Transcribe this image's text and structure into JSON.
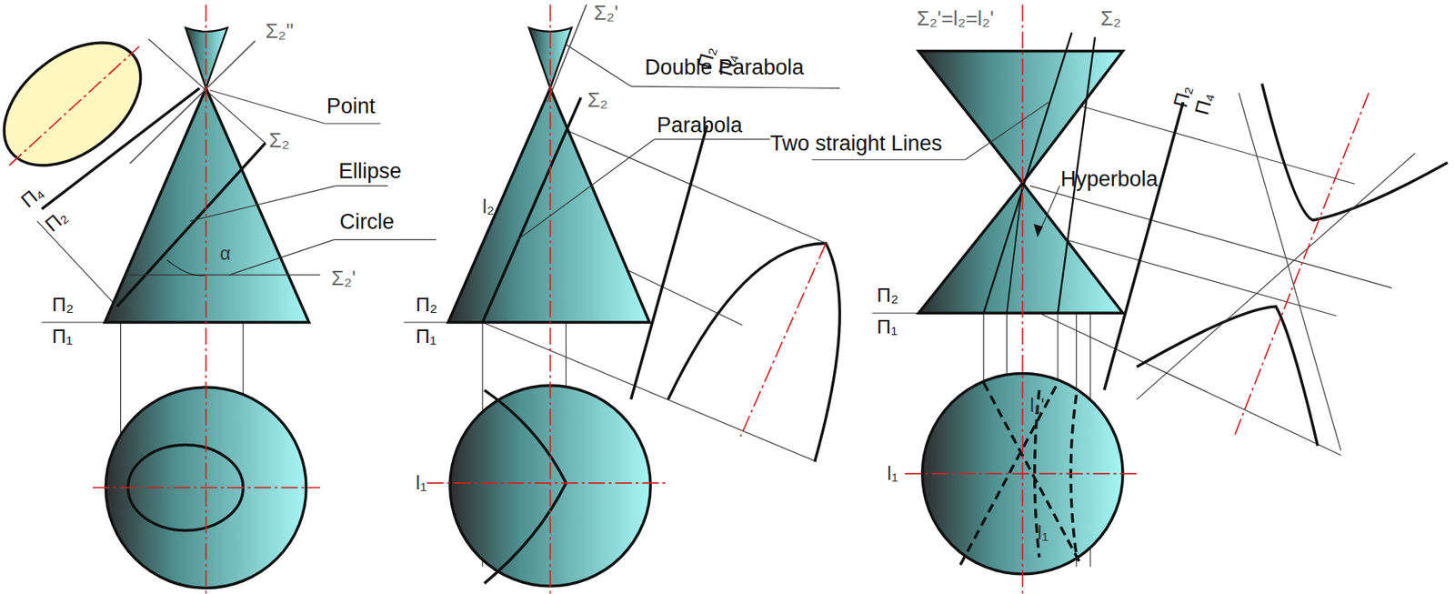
{
  "diagram": {
    "labels": [
      "Σ₂''",
      "Point",
      "Σ₂",
      "Ellipse",
      "Circle",
      "α",
      "Σ₂'",
      "Π₄",
      "Π₂",
      "Π₂",
      "Π₁",
      "Σ₂'",
      "Double Parabola",
      "Σ₂",
      "Parabola",
      "l₂",
      "Π₂",
      "Π₁",
      "Π₂",
      "Π₄",
      "l₁",
      "Σ₂'=l₂=l₂'",
      "Σ₂",
      "Two straight Lines",
      "Hyperbola",
      "Π₂",
      "Π₄",
      "Π₂",
      "Π₁",
      "l₁",
      "l₁'",
      "l₁"
    ]
  }
}
